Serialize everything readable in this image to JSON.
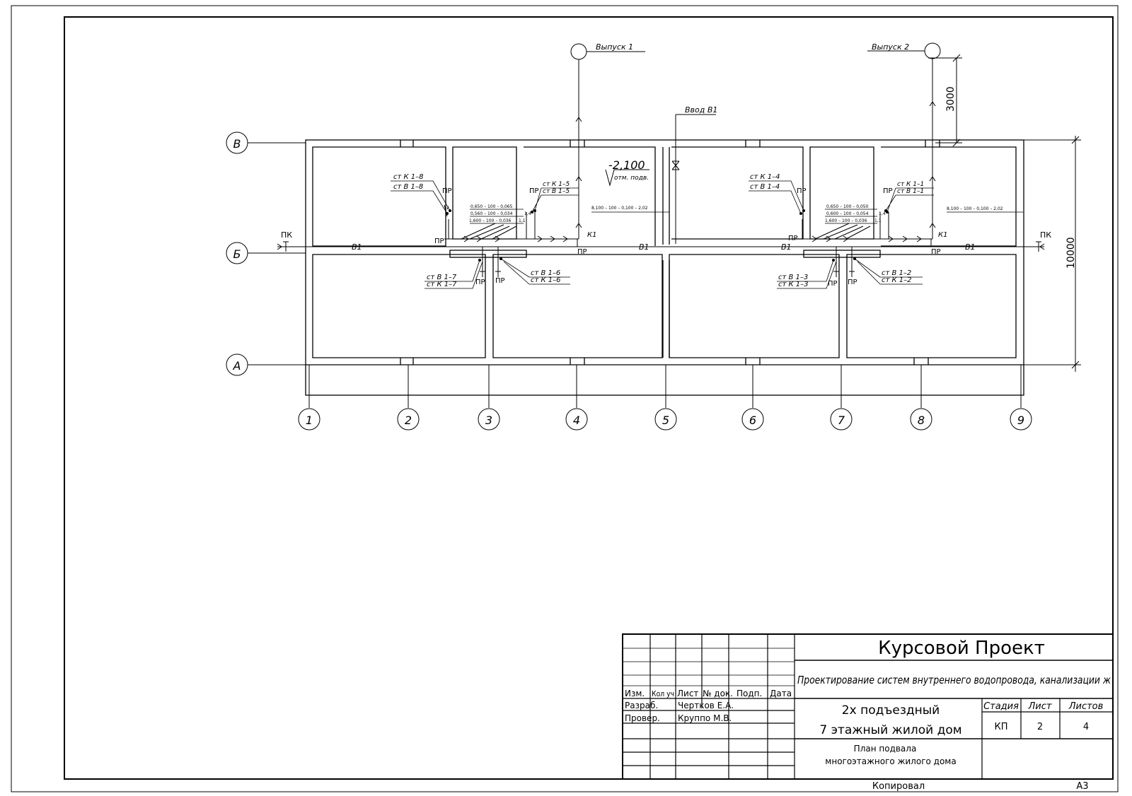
{
  "axes": {
    "rows": [
      "В",
      "Б",
      "А"
    ],
    "cols": [
      "1",
      "2",
      "3",
      "4",
      "5",
      "6",
      "7",
      "8",
      "9"
    ]
  },
  "labels": {
    "outlet1": "Выпуск 1",
    "outlet2": "Выпуск 2",
    "inlet": "Ввод В1",
    "pk": "ПК",
    "b1": "В1",
    "k1": "К1",
    "pr": "ПР",
    "elev_value": "-2,100",
    "elev_note": "отм. подв.",
    "dim_3000": "3000",
    "dim_10000": "10000",
    "slope_main": "8,100 – 100 – 0,100 – 2,02",
    "slope_main2": "8,100 – 100 – 0,100 – 2,02",
    "slope_a1": "0,650 – 100 – 0,065",
    "slope_a2": "0,560 – 100 – 0,034",
    "slope_a3": "1,600 – 100 – 0,036",
    "slope_b1": "0,650 – 100 – 0,050",
    "slope_b2": "0,600 – 100 – 0,054",
    "slope_b3": "1,600 – 100 – 0,036",
    "val_14": "1,4",
    "val_11": "1,1"
  },
  "risers": {
    "k18": "ст К 1–8",
    "b18": "ст В 1–8",
    "k15": "ст К 1–5",
    "b15": "ст В 1–5",
    "b17": "ст В 1–7",
    "k17": "ст К 1–7",
    "b16": "ст В 1–6",
    "k16": "ст К 1–6",
    "k14": "ст К 1–4",
    "b14": "ст В 1–4",
    "k11": "ст К 1–1",
    "b11": "ст В 1–1",
    "b13": "ст В 1–3",
    "k13": "ст К 1–3",
    "b12": "ст В 1–2",
    "k12": "ст К 1–2"
  },
  "title_block": {
    "project": "Курсовой Проект",
    "subject": "Проектирование систем внутреннего водопровода, канализации ж",
    "building_line1": "2х подъездный",
    "building_line2": "7 этажный жилой дом",
    "sheet_title_line1": "План подвала",
    "sheet_title_line2": "многоэтажного жилого дома",
    "col_izm": "Изм.",
    "col_koluch": "Кол уч",
    "col_list": "Лист",
    "col_ndok": "№ док.",
    "col_podp": "Подп.",
    "col_data": "Дата",
    "role_dev": "Разраб.",
    "name_dev": "Чертков Е.А.",
    "role_check": "Провер.",
    "name_check": "Круппо М.В.",
    "hdr_stage": "Стадия",
    "hdr_sheet": "Лист",
    "hdr_sheets": "Листов",
    "stage": "КП",
    "sheet": "2",
    "sheets": "4"
  },
  "footer": {
    "copied": "Копировал",
    "format": "А3"
  }
}
